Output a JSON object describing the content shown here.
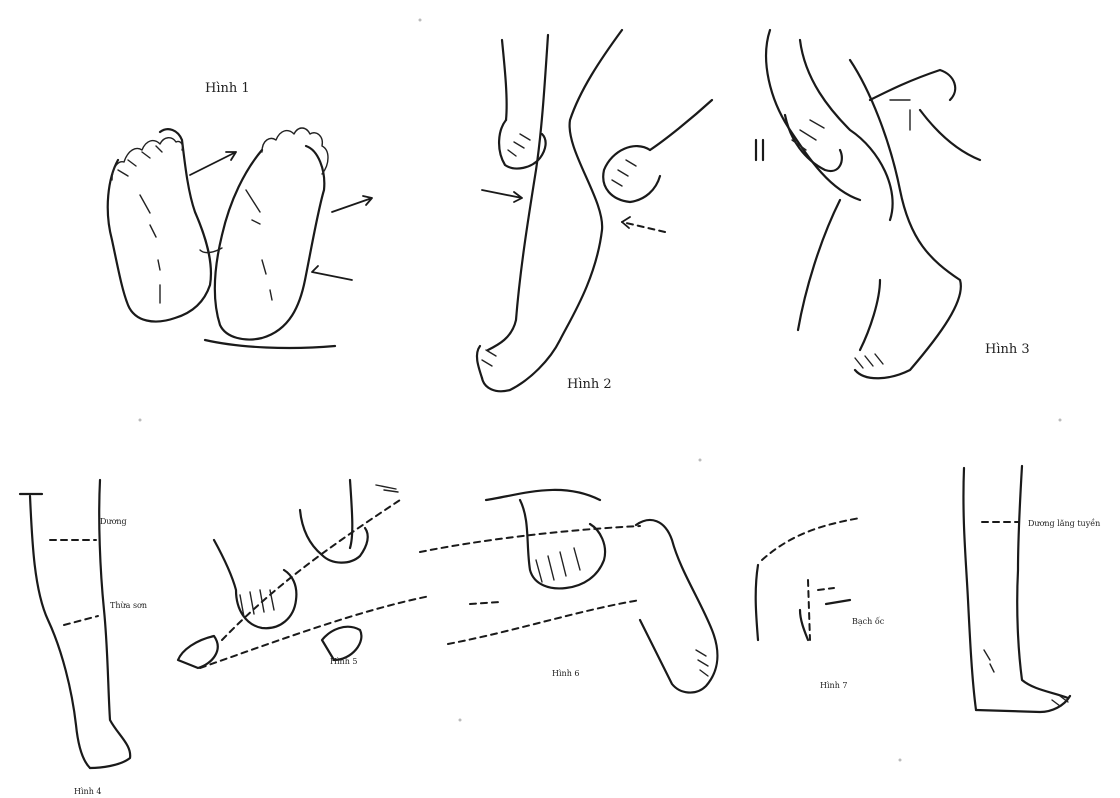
{
  "figures": [
    {
      "id": "fig1",
      "caption": "Hình 1"
    },
    {
      "id": "fig2",
      "caption": "Hình 2"
    },
    {
      "id": "fig3",
      "caption": "Hình 3"
    },
    {
      "id": "fig4",
      "caption": "Hình 4"
    },
    {
      "id": "fig5",
      "caption": "Hình 5"
    },
    {
      "id": "fig6",
      "caption": "Hình 6"
    },
    {
      "id": "fig7",
      "caption": "Hình 7"
    },
    {
      "id": "fig8",
      "caption": ""
    }
  ],
  "annotations": {
    "fig4_upper": "Dương",
    "fig4_lower": "Thừa sơn",
    "fig7_point": "Bạch ốc",
    "fig8_point": "Dương lăng tuyền"
  }
}
